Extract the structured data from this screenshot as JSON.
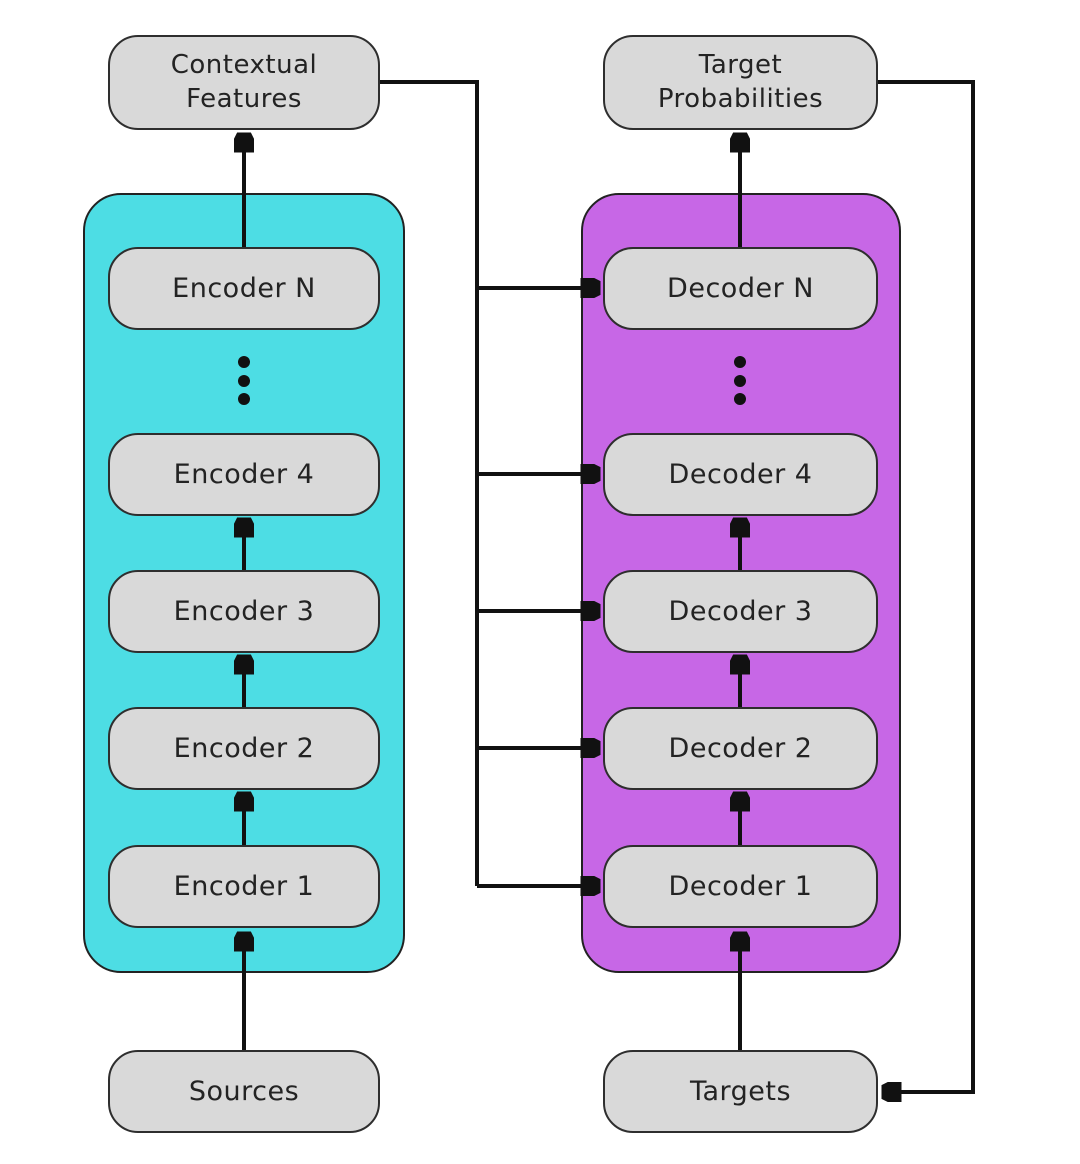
{
  "diagram": {
    "type": "encoder-decoder-architecture",
    "colors": {
      "background": "#ffffff",
      "encoder_container": "#4ddde4",
      "decoder_container": "#c767e6",
      "node_fill": "#d9d9d9",
      "node_border": "#2e2e2e",
      "arrow": "#111111"
    },
    "io_nodes": {
      "contextual_features": "Contextual\nFeatures",
      "target_probabilities": "Target\nProbabilities",
      "sources": "Sources",
      "targets": "Targets"
    },
    "encoder_stack": {
      "items": [
        {
          "label": "Encoder N"
        },
        {
          "label": "Encoder 4"
        },
        {
          "label": "Encoder 3"
        },
        {
          "label": "Encoder 2"
        },
        {
          "label": "Encoder 1"
        }
      ],
      "ellipsis": "vertical-dots"
    },
    "decoder_stack": {
      "items": [
        {
          "label": "Decoder N"
        },
        {
          "label": "Decoder 4"
        },
        {
          "label": "Decoder 3"
        },
        {
          "label": "Decoder 2"
        },
        {
          "label": "Decoder 1"
        }
      ],
      "ellipsis": "vertical-dots"
    }
  }
}
